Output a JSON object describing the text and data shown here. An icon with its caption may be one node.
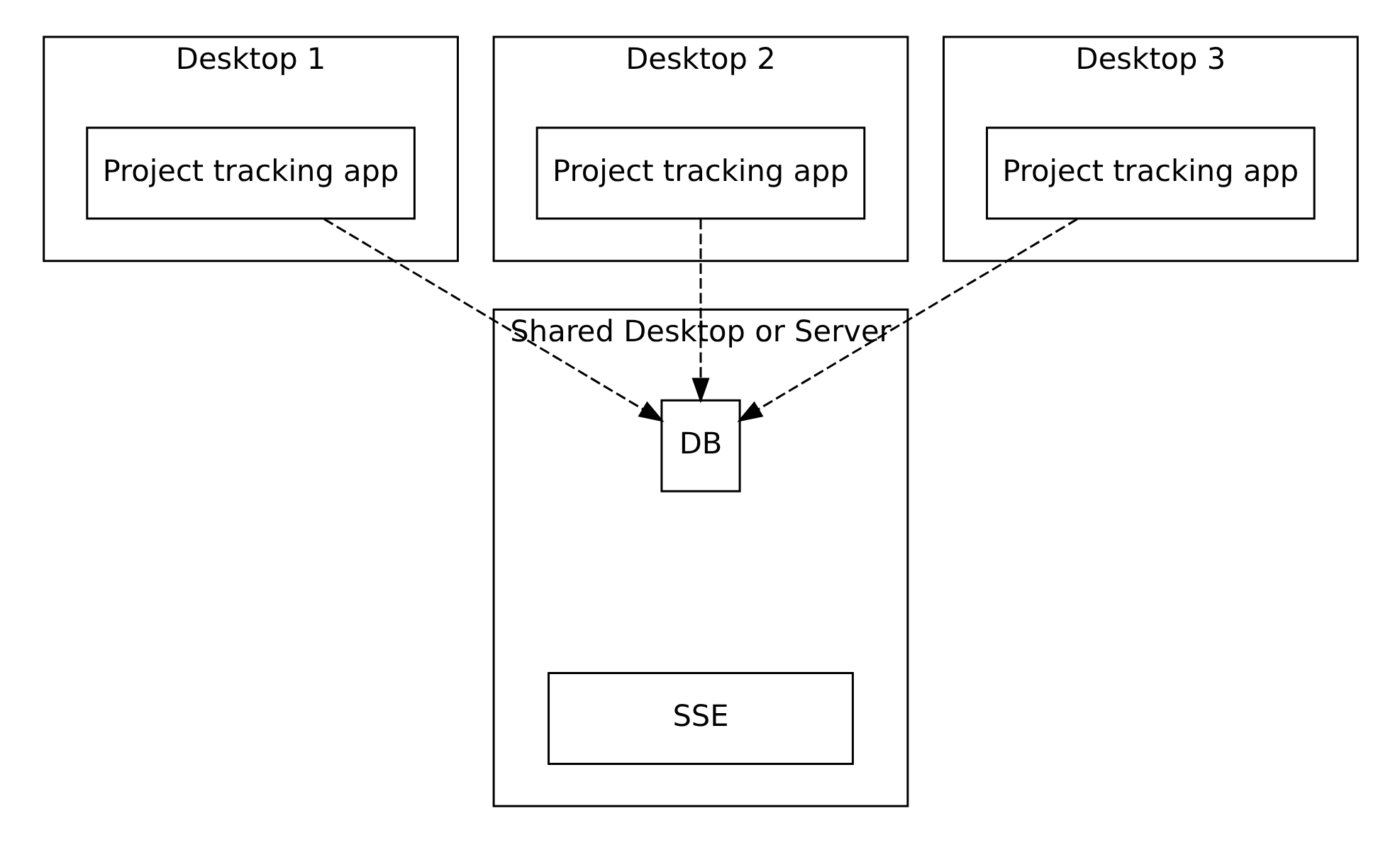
{
  "diagram": {
    "nodes": [
      {
        "text": [
          "Desktop 1"
        ]
      },
      {
        "text": [
          "Project tracking app"
        ],
        "in": 0
      },
      {
        "text": [
          "Desktop 2"
        ]
      },
      {
        "text": [
          "Project tracking app"
        ],
        "in": 2
      },
      {
        "text": [
          "Desktop 3"
        ]
      },
      {
        "text": [
          "Project tracking app"
        ],
        "in": 4
      },
      {
        "text": [
          "Shared Desktop or Server"
        ]
      },
      {
        "text": [
          "DB"
        ],
        "in": 6
      },
      {
        "text": [
          "SSE"
        ],
        "in": 6
      }
    ],
    "edges": [
      {
        "from": 1,
        "to": 7,
        "arrow": "to",
        "style": "dashed"
      },
      {
        "from": 3,
        "to": 7,
        "arrow": "to",
        "style": "dashed"
      },
      {
        "from": 5,
        "to": 7,
        "arrow": "to",
        "style": "dashed"
      }
    ]
  }
}
